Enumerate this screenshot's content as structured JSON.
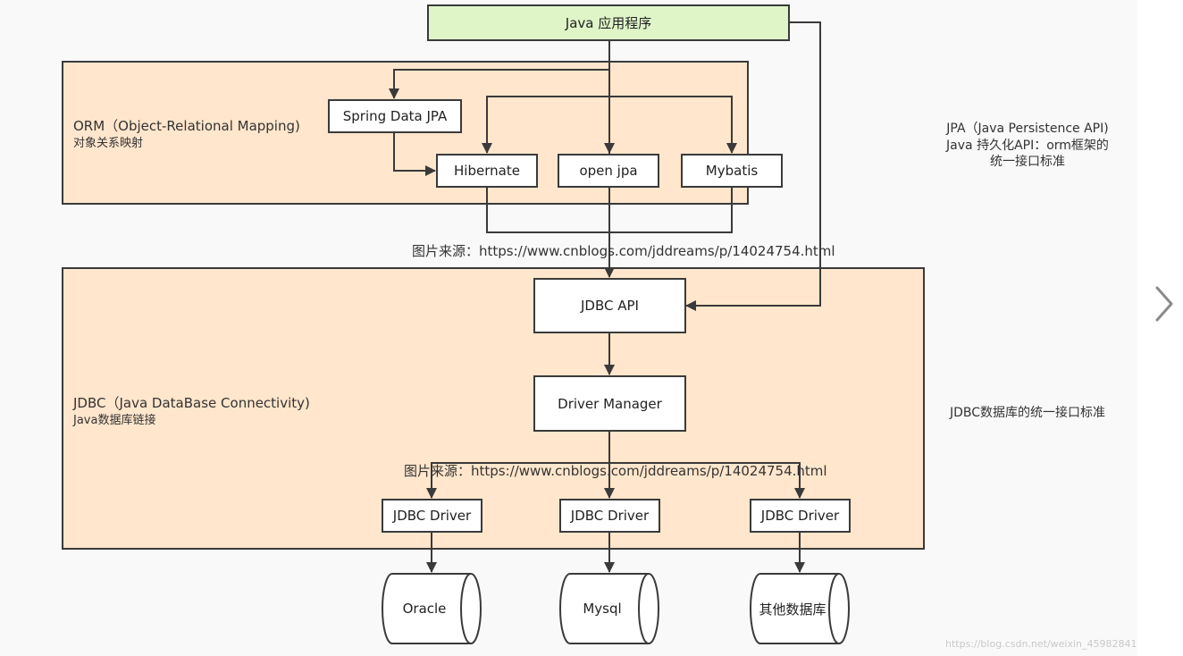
{
  "nodes": {
    "java_app": "Java 应用程序",
    "spring_data_jpa": "Spring Data JPA",
    "hibernate": "Hibernate",
    "open_jpa": "open jpa",
    "mybatis": "Mybatis",
    "jdbc_api": "JDBC API",
    "driver_manager": "Driver Manager",
    "jdbc_driver": "JDBC Driver",
    "oracle": "Oracle",
    "mysql": "Mysql",
    "other_db": "其他数据库"
  },
  "regions": {
    "orm": {
      "title": "ORM（Object-Relational Mapping)",
      "subtitle": "对象关系映射"
    },
    "jdbc": {
      "title": "JDBC（Java DataBase Connectivity)",
      "subtitle": "Java数据库链接"
    }
  },
  "annotations": {
    "jpa_line1": "JPA（Java Persistence API)",
    "jpa_line2": "Java 持久化API：orm框架的",
    "jpa_line3": "统一接口标准",
    "jdbc_note": "JDBC数据库的统一接口标准",
    "source_top": "图片来源：https://www.cnblogs.com/jddreams/p/14024754.html",
    "source_bottom": "图片来源：https://www.cnblogs.com/jddreams/p/14024754.html",
    "watermark": "https://blog.csdn.net/weixin_45982841"
  },
  "colors": {
    "region_fill": "#ffe6cc",
    "app_fill": "#dff5c8",
    "line": "#3a3a3a"
  },
  "icons": {
    "next": "chevron-right-icon"
  }
}
